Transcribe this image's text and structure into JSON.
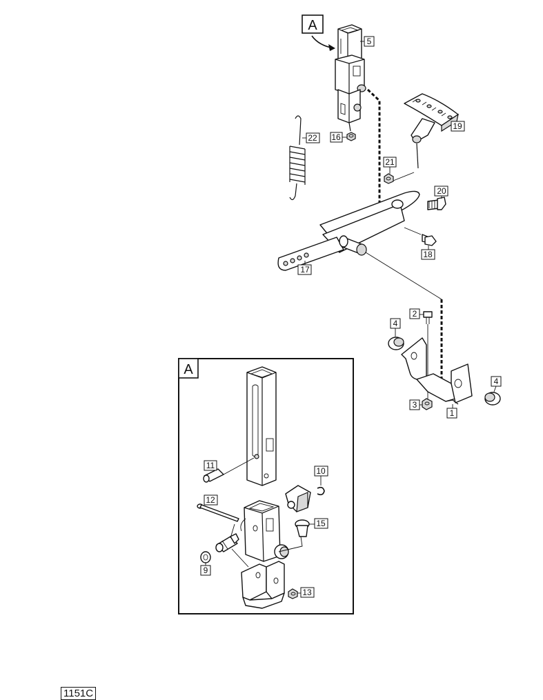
{
  "diagram": {
    "detail_tag": "A",
    "inset_tag": "A",
    "drawing_code": "1151C",
    "callouts": {
      "c1": "1",
      "c2": "2",
      "c3": "3",
      "c4a": "4",
      "c4b": "4",
      "c5": "5",
      "c9": "9",
      "c10": "10",
      "c11": "11",
      "c12": "12",
      "c13": "13",
      "c15": "15",
      "c16": "16",
      "c17": "17",
      "c18": "18",
      "c19": "19",
      "c20": "20",
      "c21": "21",
      "c22": "22"
    }
  }
}
